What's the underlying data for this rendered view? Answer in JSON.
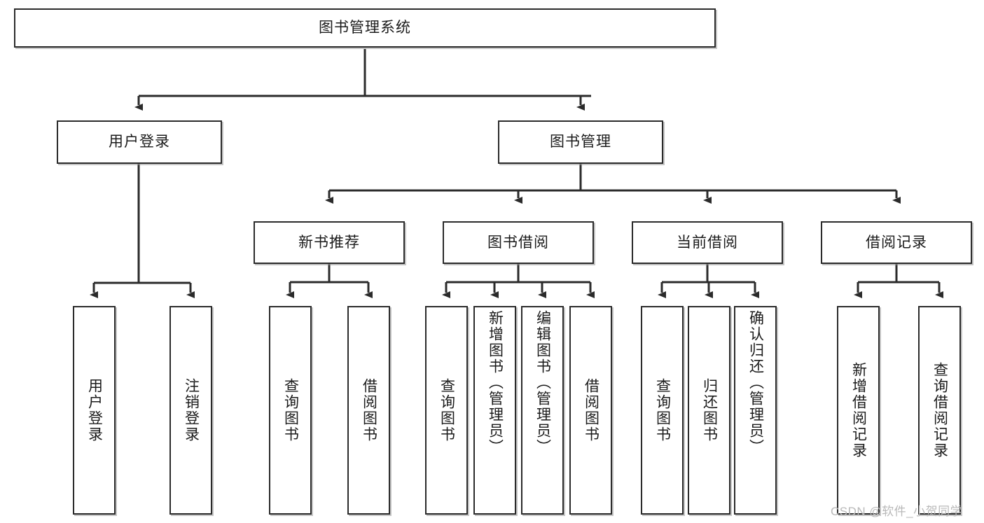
{
  "diagram": {
    "type": "tree",
    "title": "图书管理系统",
    "root": {
      "id": "root",
      "label": "图书管理系统",
      "orientation": "horizontal"
    },
    "level1": [
      {
        "id": "user-login",
        "label": "用户登录",
        "orientation": "horizontal"
      },
      {
        "id": "book-manage",
        "label": "图书管理",
        "orientation": "horizontal"
      }
    ],
    "level2": [
      {
        "id": "new-book-recommend",
        "label": "新书推荐",
        "orientation": "horizontal",
        "parent": "book-manage"
      },
      {
        "id": "book-borrow",
        "label": "图书借阅",
        "orientation": "horizontal",
        "parent": "book-manage"
      },
      {
        "id": "current-borrow",
        "label": "当前借阅",
        "orientation": "horizontal",
        "parent": "book-manage"
      },
      {
        "id": "borrow-record",
        "label": "借阅记录",
        "orientation": "horizontal",
        "parent": "book-manage"
      }
    ],
    "leaves": [
      {
        "id": "leaf-user-login",
        "label": "用户登录",
        "orientation": "vertical",
        "parent": "user-login"
      },
      {
        "id": "leaf-logout",
        "label": "注销登录",
        "orientation": "vertical",
        "parent": "user-login"
      },
      {
        "id": "leaf-query-book-1",
        "label": "查询图书",
        "orientation": "vertical",
        "parent": "new-book-recommend"
      },
      {
        "id": "leaf-borrow-book-1",
        "label": "借阅图书",
        "orientation": "vertical",
        "parent": "new-book-recommend"
      },
      {
        "id": "leaf-query-book-2",
        "label": "查询图书",
        "orientation": "vertical",
        "parent": "book-borrow"
      },
      {
        "id": "leaf-add-book",
        "label": "新增图书（管理员）",
        "orientation": "vertical",
        "parent": "book-borrow"
      },
      {
        "id": "leaf-edit-book",
        "label": "编辑图书（管理员）",
        "orientation": "vertical",
        "parent": "book-borrow"
      },
      {
        "id": "leaf-borrow-book-2",
        "label": "借阅图书",
        "orientation": "vertical",
        "parent": "book-borrow"
      },
      {
        "id": "leaf-query-book-3",
        "label": "查询图书",
        "orientation": "vertical",
        "parent": "current-borrow"
      },
      {
        "id": "leaf-return-book",
        "label": "归还图书",
        "orientation": "vertical",
        "parent": "current-borrow"
      },
      {
        "id": "leaf-confirm-return",
        "label": "确认归还（管理员）",
        "orientation": "vertical",
        "parent": "current-borrow"
      },
      {
        "id": "leaf-add-record",
        "label": "新增借阅记录",
        "orientation": "vertical",
        "parent": "borrow-record"
      },
      {
        "id": "leaf-query-record",
        "label": "查询借阅记录",
        "orientation": "vertical",
        "parent": "borrow-record"
      }
    ]
  },
  "watermark": {
    "text": "CSDN @软件_小贺同学"
  },
  "colors": {
    "stroke": "#2b2b2b",
    "fill": "#ffffff",
    "shadow": "#969696",
    "text": "#1b1b1b",
    "watermark": "#b9b9b9"
  }
}
